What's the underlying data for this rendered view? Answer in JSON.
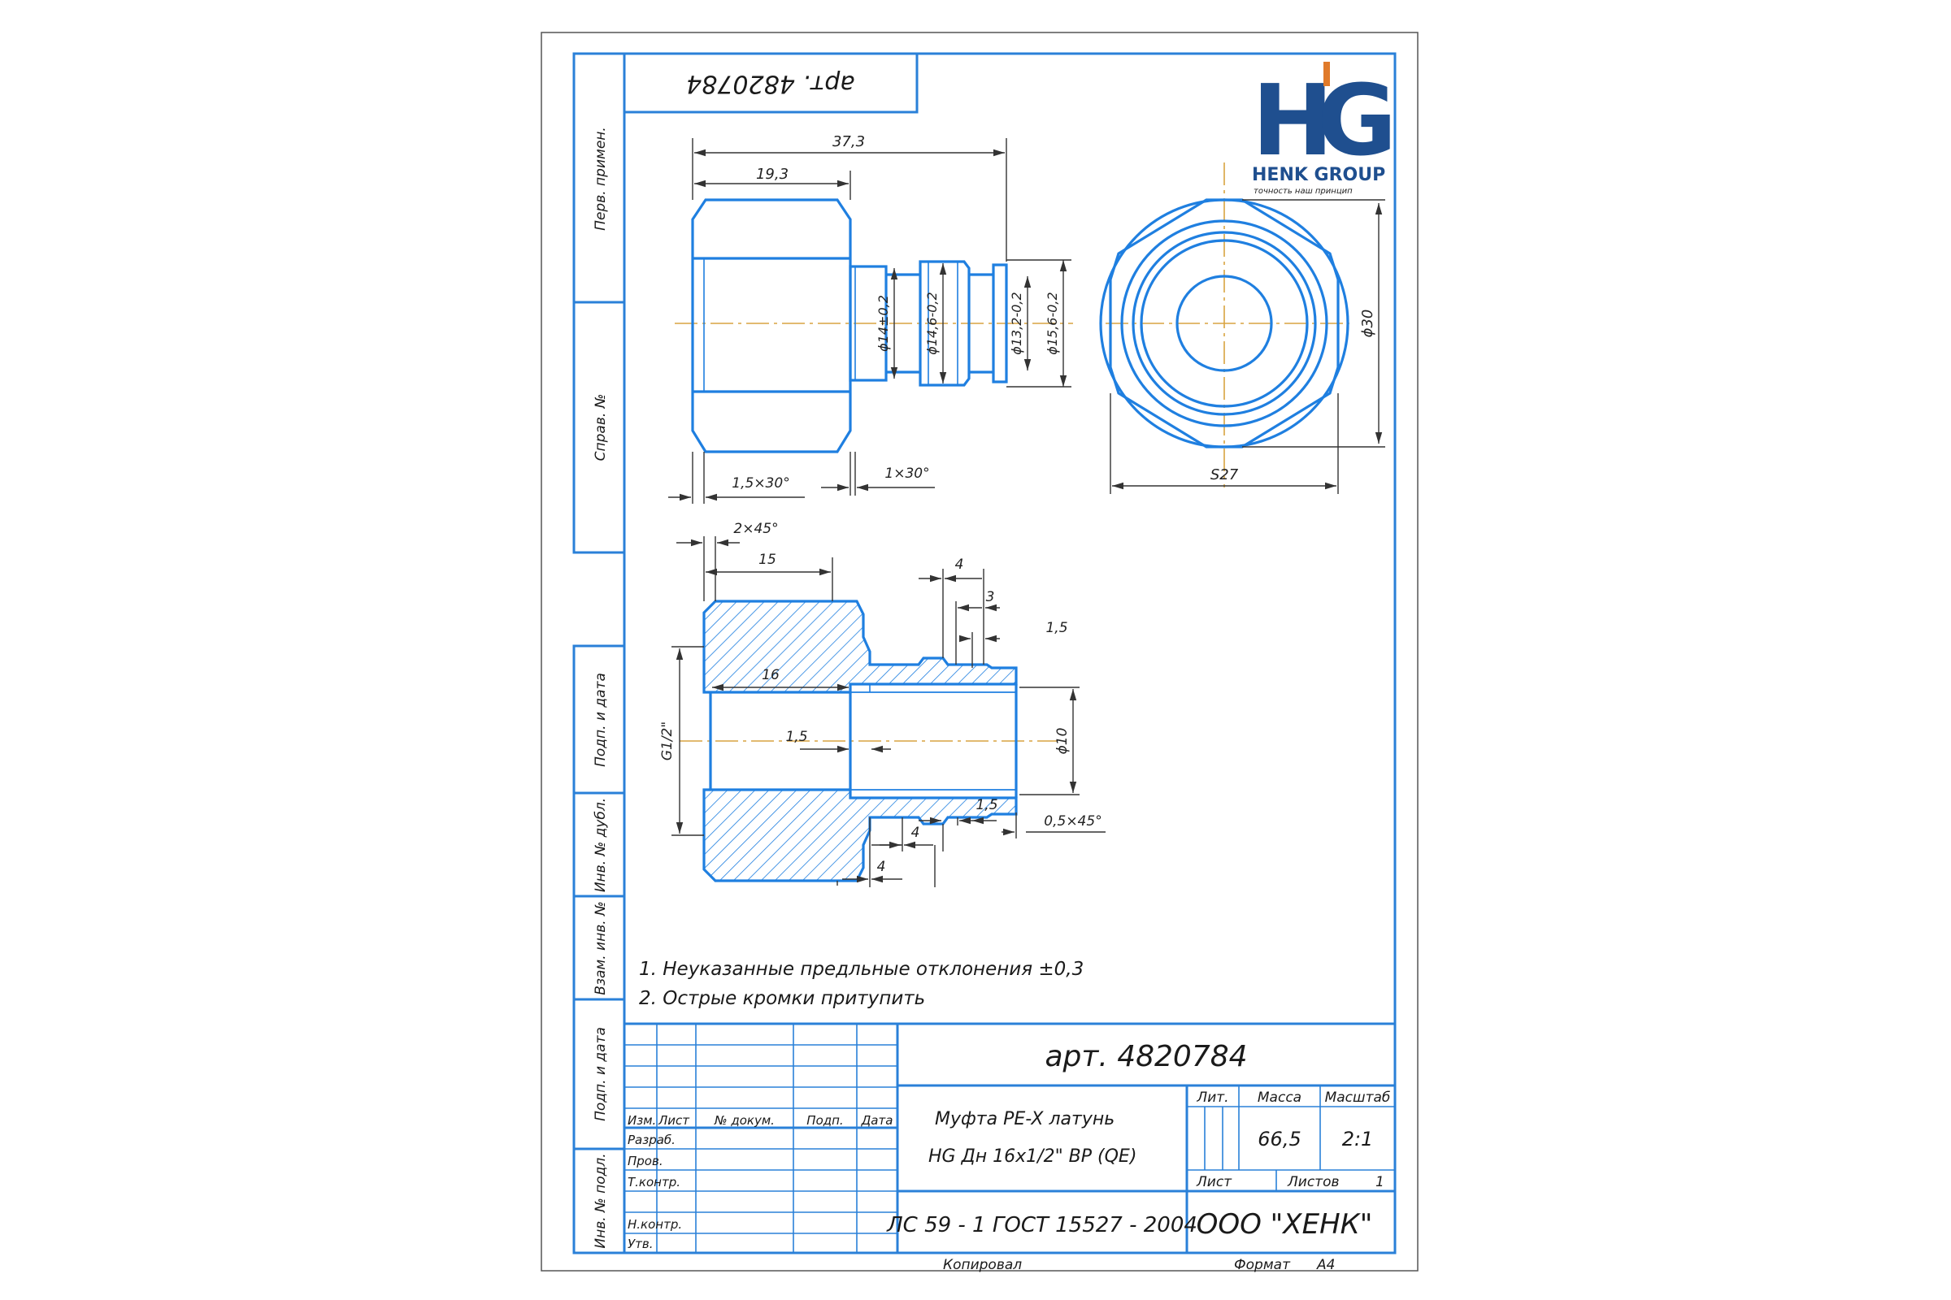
{
  "stamp": {
    "art_rotated": "арт. 4820784",
    "art": "арт. 4820784",
    "name_line1": "Муфта PE-X латунь",
    "name_line2": "HG Дн 16х1/2\" ВР (QE)",
    "material": "ЛС 59 - 1 ГОСТ 15527 - 2004",
    "company": "ООО \"ХЕНК\"",
    "mass": "66,5",
    "scale": "2:1",
    "sheets_count": "1",
    "headers": {
      "izm": "Изм.",
      "list": "Лист",
      "doc": "№ докум.",
      "sign": "Подп.",
      "date": "Дата",
      "lit": "Лит.",
      "massa": "Масса",
      "masshtab": "Масштаб",
      "sheet": "Лист",
      "sheets": "Листов"
    },
    "roles": [
      "Разраб.",
      "Пров.",
      "Т.контр.",
      "Н.контр.",
      "Утв."
    ],
    "footer": {
      "copied": "Копировал",
      "format": "Формат",
      "format_value": "А4"
    }
  },
  "side_labels": [
    "Перв. примен.",
    "Справ. №",
    "Подп. и дата",
    "Инв. № дубл.",
    "Взам. инв. №",
    "Подп. и дата",
    "Инв. № подл."
  ],
  "notes": [
    "1. Неуказанные предльные отклонения ±0,3",
    "2. Острые кромки притупить"
  ],
  "logo": {
    "mark_h": "H",
    "mark_g": "G",
    "company": "HENK GROUP",
    "slogan": "точность наш принцип",
    "mark_color": "#1f4f8f",
    "accent_color": "#e07a2a"
  },
  "dimensions": {
    "d37_3": "37,3",
    "d19_3": "19,3",
    "d14": "ϕ14±0,2",
    "d14_6": "ϕ14,6-0,2",
    "d13_2": "ϕ13,2-0,2",
    "d15_6": "ϕ15,6-0,2",
    "ch1_5": "1,5×30°",
    "ch1": "1×30°",
    "d30": "ϕ30",
    "s27": "S27",
    "ch2": "2×45°",
    "l15": "15",
    "l4a": "4",
    "l3": "3",
    "l1_5a": "1,5",
    "l16": "16",
    "l1_5b": "1,5",
    "g12": "G1/2\"",
    "d10": "ϕ10",
    "l1_5c": "1,5",
    "l4b": "4",
    "l4c": "4",
    "ch05": "0,5×45°"
  },
  "colors": {
    "outline": "#1f7fe0",
    "frame": "#2a80d8",
    "centerline": "#d9a441",
    "dim": "#333333"
  }
}
